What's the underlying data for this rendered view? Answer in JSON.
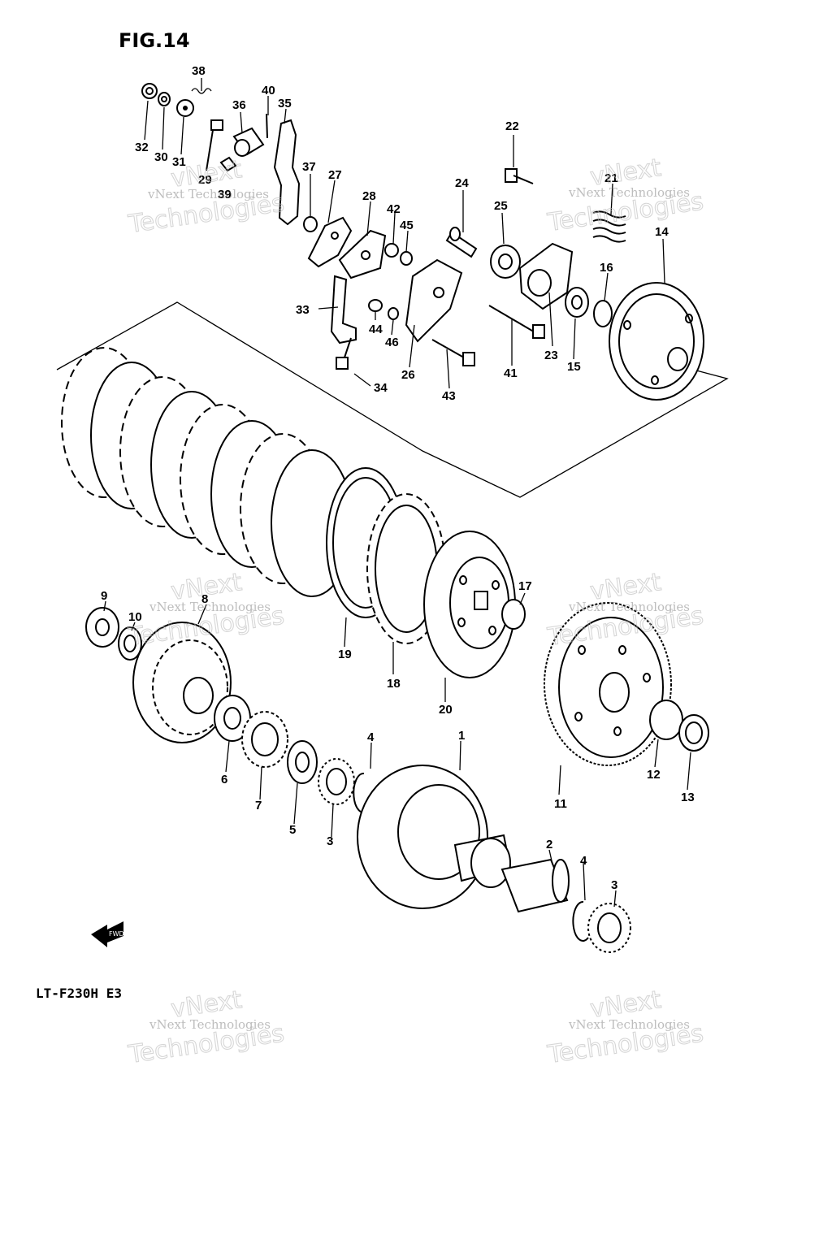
{
  "figure": {
    "title": "FIG.14",
    "model_code": "LT-F230H E3",
    "front_marker": "FWD"
  },
  "watermarks": [
    {
      "line1": "vNext",
      "line2": "vNext Technologies",
      "line3": "Technologies"
    },
    {
      "line1": "vNext",
      "line2": "vNext Technologies",
      "line3": "Technologies"
    },
    {
      "line1": "vNext",
      "line2": "vNext Technologies",
      "line3": "Technologies"
    },
    {
      "line1": "vNext",
      "line2": "vNext Technologies",
      "line3": "Technologies"
    },
    {
      "line1": "vNext",
      "line2": "vNext Technologies",
      "line3": "Technologies"
    },
    {
      "line1": "vNext",
      "line2": "vNext Technologies",
      "line3": "Technologies"
    }
  ],
  "part_labels": [
    "1",
    "2",
    "3",
    "4",
    "5",
    "6",
    "7",
    "8",
    "9",
    "10",
    "11",
    "12",
    "13",
    "14",
    "15",
    "16",
    "17",
    "18",
    "19",
    "20",
    "21",
    "22",
    "23",
    "24",
    "25",
    "26",
    "27",
    "28",
    "29",
    "30",
    "31",
    "32",
    "33",
    "34",
    "35",
    "36",
    "37",
    "38",
    "39",
    "40",
    "41",
    "42",
    "43",
    "44",
    "45",
    "46",
    "3",
    "4"
  ]
}
